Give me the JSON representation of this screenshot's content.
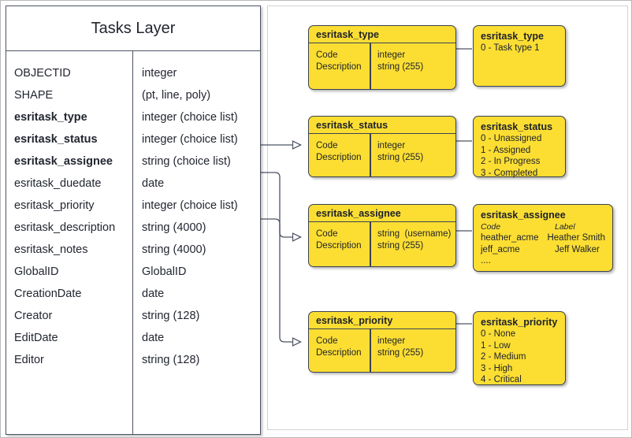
{
  "diagram": {
    "title": "Tasks Layer",
    "colors": {
      "yellow": "#FCDE33",
      "stroke": "#3b4250",
      "text": "#222630"
    }
  },
  "tasks_layer": {
    "title": "Tasks Layer",
    "fields": [
      {
        "name": "OBJECTID",
        "type": "integer",
        "key": false
      },
      {
        "name": "SHAPE",
        "type": "(pt, line, poly)",
        "key": false
      },
      {
        "name": "esritask_type",
        "type": "integer (choice list)",
        "key": true
      },
      {
        "name": "esritask_status",
        "type": "integer (choice list)",
        "key": true
      },
      {
        "name": "esritask_assignee",
        "type": "string (choice list)",
        "key": true
      },
      {
        "name": "esritask_duedate",
        "type": "date",
        "key": false
      },
      {
        "name": "esritask_priority",
        "type": "integer (choice list)",
        "key": false
      },
      {
        "name": "esritask_description",
        "type": "string (4000)",
        "key": false
      },
      {
        "name": "esritask_notes",
        "type": "string (4000)",
        "key": false
      },
      {
        "name": "GlobalID",
        "type": "GlobalID",
        "key": false
      },
      {
        "name": "CreationDate",
        "type": "date",
        "key": false
      },
      {
        "name": "Creator",
        "type": "string (128)",
        "key": false
      },
      {
        "name": "EditDate",
        "type": "date",
        "key": false
      },
      {
        "name": "Editor",
        "type": "string (128)",
        "key": false
      }
    ]
  },
  "domain_tables": [
    {
      "title": "esritask_type",
      "left_col": "Code\nDescription",
      "right_col": "integer\nstring (255)"
    },
    {
      "title": "esritask_status",
      "left_col": "Code\nDescription",
      "right_col": "integer\nstring (255)"
    },
    {
      "title": "esritask_assignee",
      "left_col": "Code\nDescription",
      "right_col": "string  (username)\nstring (255)"
    },
    {
      "title": "esritask_priority",
      "left_col": "Code\nDescription",
      "right_col": "integer\nstring (255)"
    }
  ],
  "legends": {
    "type": {
      "title": "esritask_type",
      "lines": [
        "0 - Task type 1"
      ]
    },
    "status": {
      "title": "esritask_status",
      "lines": [
        "0 - Unassigned",
        "1 - Assigned",
        "2 - In Progress",
        "3 - Completed"
      ]
    },
    "assignee": {
      "title": "esritask_assignee",
      "header_code": "Code",
      "header_label": "Label",
      "rows": [
        {
          "code": "heather_acme",
          "label": "Heather Smith"
        },
        {
          "code": "jeff_acme",
          "label": "Jeff Walker"
        },
        {
          "code": "....",
          "label": ""
        }
      ]
    },
    "priority": {
      "title": "esritask_priority",
      "lines": [
        "0 - None",
        "1 - Low",
        "2 - Medium",
        "3 - High",
        "4 - Critical"
      ]
    }
  }
}
